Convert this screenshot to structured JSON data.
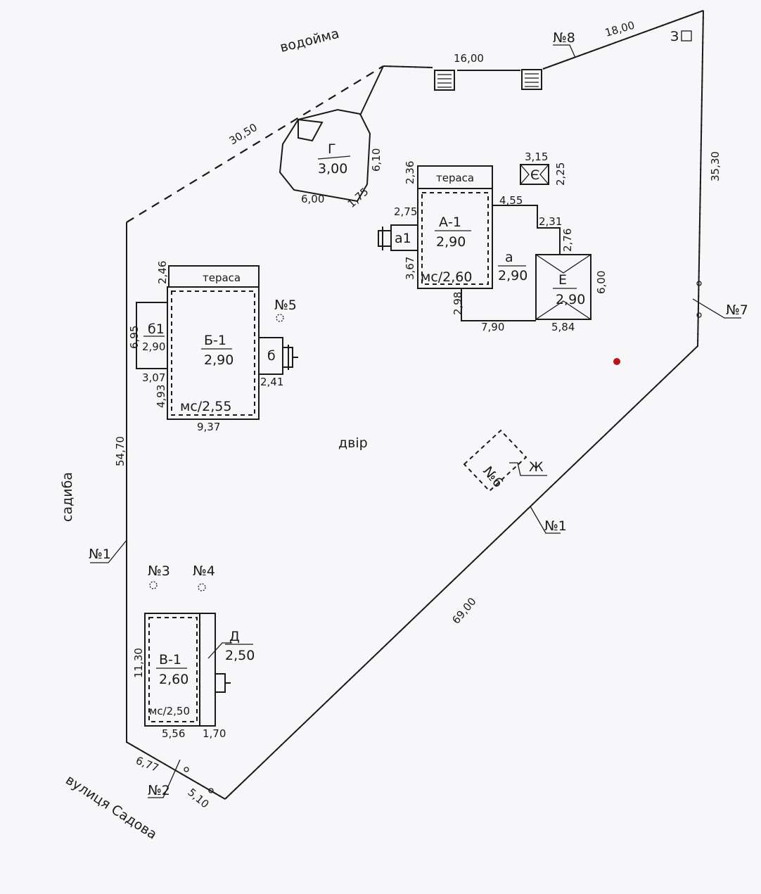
{
  "labels": {
    "vodoima": "водойма",
    "sadyba": "садиба",
    "street": "вулиця Садова",
    "dvir": "двір"
  },
  "points": {
    "p1_left": "№1",
    "p1_right": "№1",
    "p2": "№2",
    "p3": "№3",
    "p4": "№4",
    "p5": "№5",
    "p6": "№6",
    "p7": "№7",
    "p8": "№8",
    "z": "З"
  },
  "dims": {
    "d30_50": "30,50",
    "d16_00": "16,00",
    "d18_00": "18,00",
    "d35_30": "35,30",
    "d54_70": "54,70",
    "d69_00": "69,00",
    "d6_77": "6,77",
    "d5_10": "5,10"
  },
  "buildings": {
    "g": {
      "letter": "Г",
      "height": "3,00",
      "d_side": "6,10",
      "d_bottom": "6,00",
      "d_corner": "1,75"
    },
    "a1": {
      "terrace": "тераса",
      "letter": "А-1",
      "height": "2,90",
      "wall": "мс/2,60",
      "d_top": "2,36",
      "d_left_top": "2,75",
      "d_left": "3,67",
      "d_bottom_left": "2,98",
      "ext_label": "а1"
    },
    "a": {
      "letter": "а",
      "height": "2,90",
      "d_top": "4,55",
      "d_step": "2,31",
      "d_down": "2,76",
      "d_bottom": "7,90"
    },
    "e": {
      "letter": "Е",
      "height": "2,90",
      "d_side": "6,00",
      "d_bottom": "5,84"
    },
    "ye": {
      "letter": "Є",
      "d_top": "3,15",
      "d_side": "2,25"
    },
    "b1": {
      "terrace": "тераса",
      "letter": "Б-1",
      "height": "2,90",
      "wall": "мс/2,55",
      "d_top": "2,46",
      "d_bottom": "9,37",
      "d_left_low": "4,93"
    },
    "b1_ext": {
      "letter": "б1",
      "height": "2,90",
      "d_side": "6,95",
      "d_bottom": "3,07"
    },
    "b_ext": {
      "letter": "б",
      "d_bottom": "2,41"
    },
    "v1": {
      "letter": "В-1",
      "height": "2,60",
      "wall": "мс/2,50",
      "d_side": "11,30",
      "d_bottom": "5,56",
      "d_right": "1,70"
    },
    "d": {
      "letter": "Д",
      "height": "2,50"
    },
    "zh": {
      "letter": "Ж"
    }
  }
}
